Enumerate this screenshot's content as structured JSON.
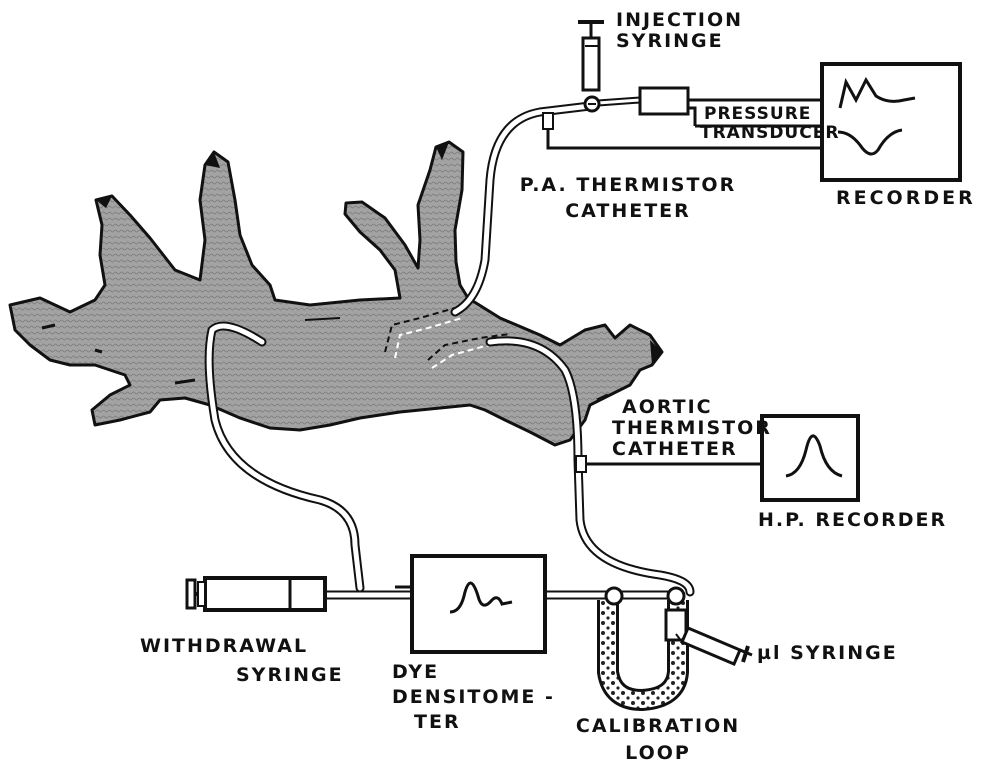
{
  "labels": {
    "injection_syringe": [
      "INJECTION",
      "SYRINGE"
    ],
    "pressure_transducer": [
      "PRESSURE",
      "TRANSDUCER"
    ],
    "pa_thermistor_catheter": [
      "P.A. THERMISTOR",
      "CATHETER"
    ],
    "recorder": "RECORDER",
    "aortic_thermistor_catheter": [
      "AORTIC",
      "THERMISTOR",
      "CATHETER"
    ],
    "hp_recorder": "H.P. RECORDER",
    "withdrawal_syringe": [
      "WITHDRAWAL",
      "SYRINGE"
    ],
    "dye_densitometer": [
      "DYE",
      "DENSITOME -",
      "TER"
    ],
    "calibration_loop": [
      "CALIBRATION",
      "LOOP"
    ],
    "microliter_syringe": "µl SYRINGE"
  },
  "colors": {
    "ink": "#111111",
    "animal_fill": "#9c9c9c",
    "tube": "#ffffff"
  }
}
